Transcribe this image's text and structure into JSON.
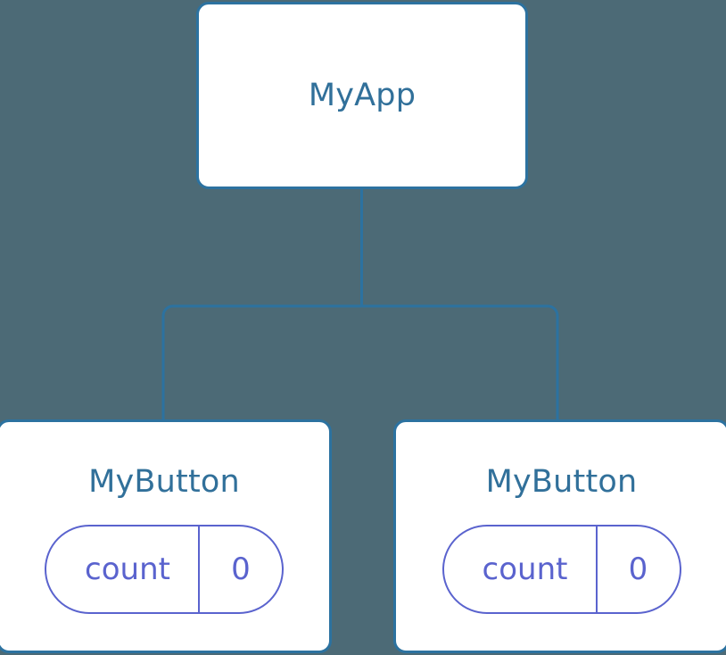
{
  "diagram": {
    "type": "component-tree",
    "background_color": "#4c6a76",
    "node_border_color": "#2c72a0",
    "node_title_color": "#31709a",
    "pill_accent_color": "#5a63ce",
    "edge_color": "#2c72a0",
    "root": {
      "id": "root",
      "title": "MyApp",
      "state": null
    },
    "children": [
      {
        "id": "child-left",
        "title": "MyButton",
        "state": {
          "key": "count",
          "value": "0"
        }
      },
      {
        "id": "child-right",
        "title": "MyButton",
        "state": {
          "key": "count",
          "value": "0"
        }
      }
    ],
    "edges": [
      {
        "from": "root",
        "to": "child-left"
      },
      {
        "from": "root",
        "to": "child-right"
      }
    ]
  }
}
